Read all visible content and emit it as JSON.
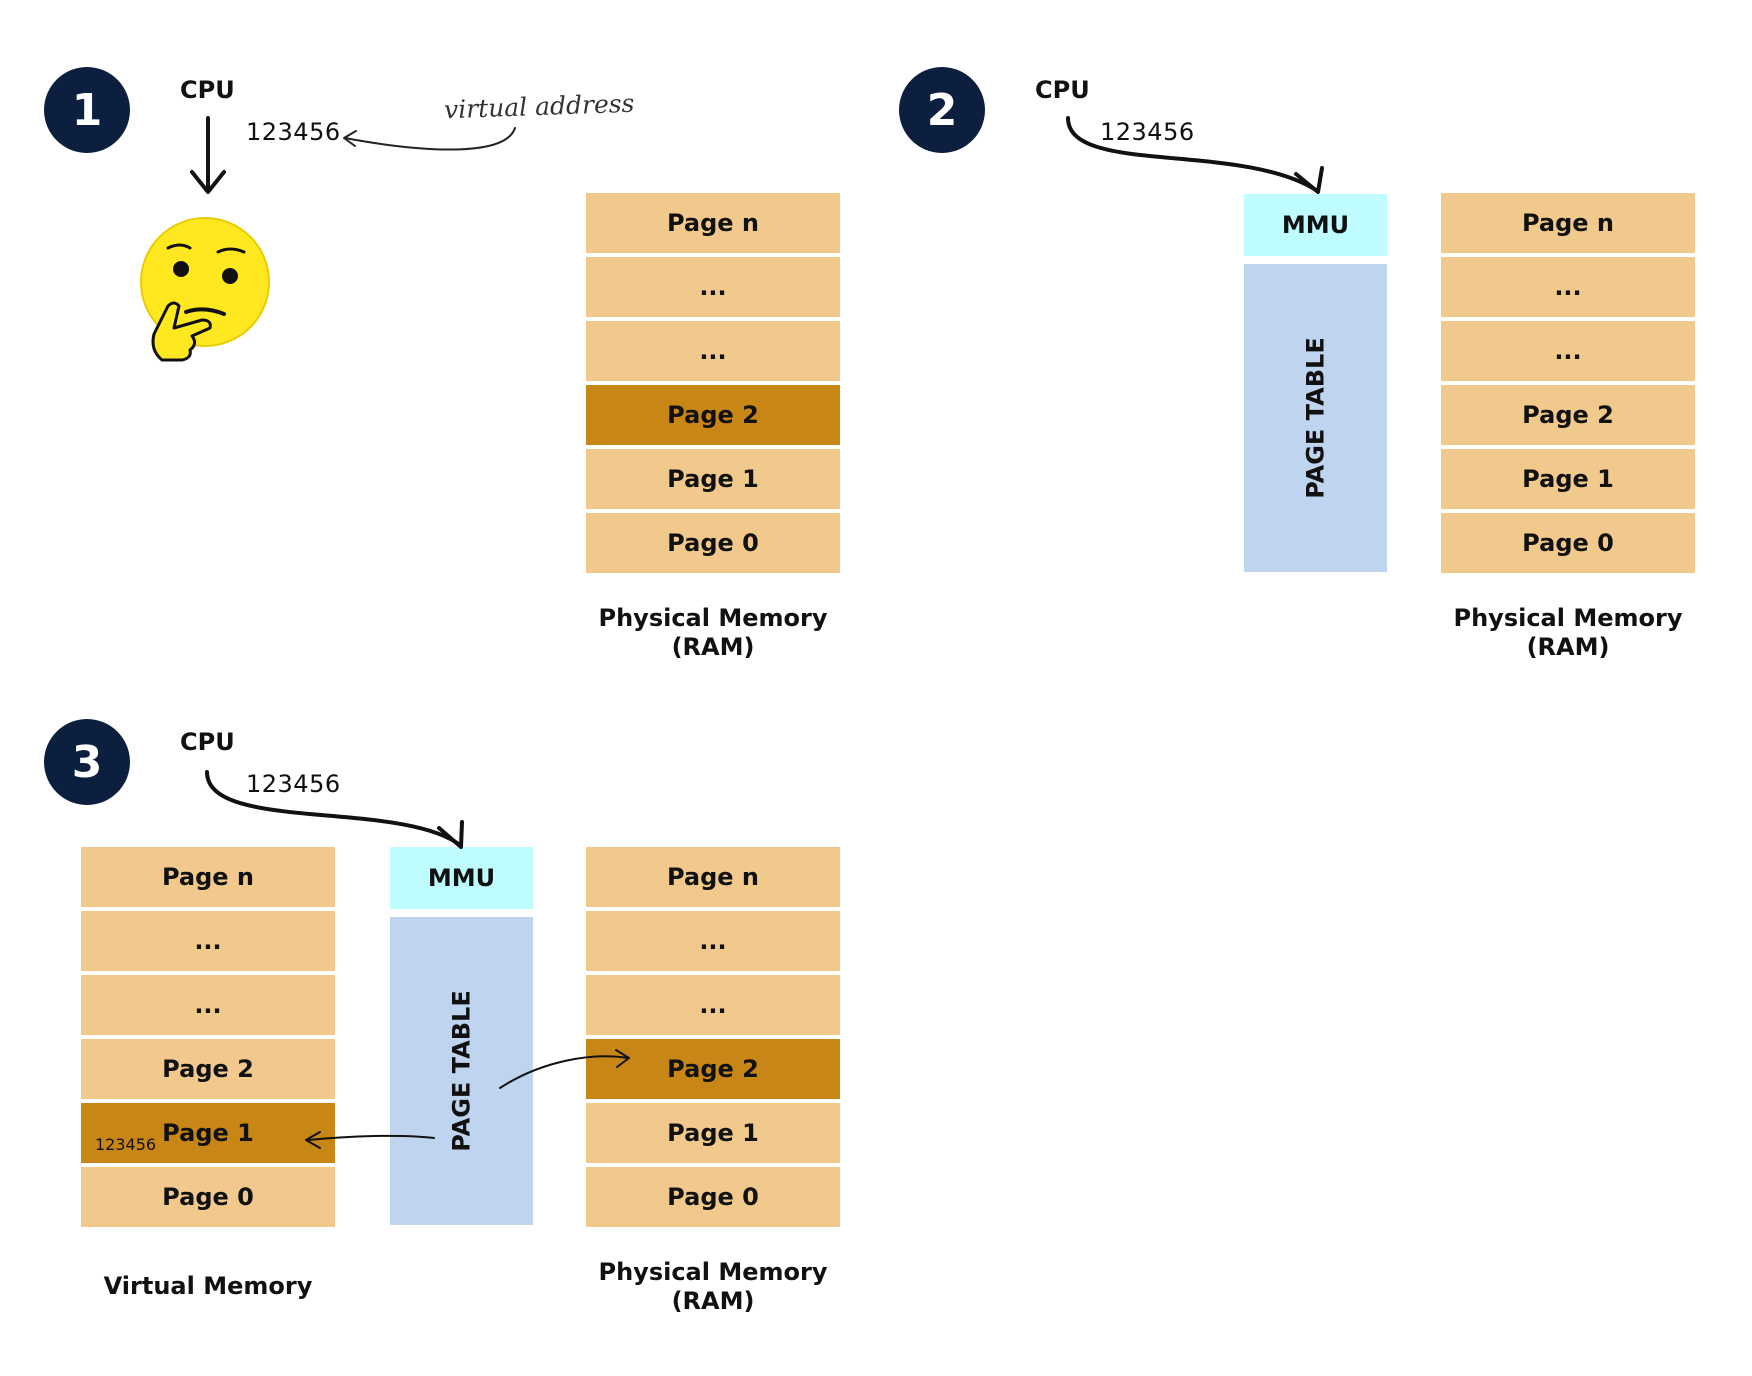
{
  "panel1": {
    "step": "1",
    "cpu": "CPU",
    "address": "123456",
    "annotation": "virtual address",
    "physical": {
      "cells": [
        {
          "label": "Page n",
          "highlight": false
        },
        {
          "label": "...",
          "highlight": false
        },
        {
          "label": "...",
          "highlight": false
        },
        {
          "label": "Page 2",
          "highlight": true
        },
        {
          "label": "Page 1",
          "highlight": false
        },
        {
          "label": "Page 0",
          "highlight": false
        }
      ],
      "caption_line1": "Physical Memory",
      "caption_line2": "(RAM)"
    }
  },
  "panel2": {
    "step": "2",
    "cpu": "CPU",
    "address": "123456",
    "mmu": "MMU",
    "page_table": "PAGE TABLE",
    "physical": {
      "cells": [
        {
          "label": "Page n",
          "highlight": false
        },
        {
          "label": "...",
          "highlight": false
        },
        {
          "label": "...",
          "highlight": false
        },
        {
          "label": "Page 2",
          "highlight": false
        },
        {
          "label": "Page 1",
          "highlight": false
        },
        {
          "label": "Page 0",
          "highlight": false
        }
      ],
      "caption_line1": "Physical Memory",
      "caption_line2": "(RAM)"
    }
  },
  "panel3": {
    "step": "3",
    "cpu": "CPU",
    "address": "123456",
    "mmu": "MMU",
    "page_table": "PAGE TABLE",
    "virtual": {
      "cells": [
        {
          "label": "Page n",
          "highlight": false
        },
        {
          "label": "...",
          "highlight": false
        },
        {
          "label": "...",
          "highlight": false
        },
        {
          "label": "Page 2",
          "highlight": false
        },
        {
          "label": "Page 1",
          "highlight": true,
          "inner": "123456"
        },
        {
          "label": "Page 0",
          "highlight": false
        }
      ],
      "caption": "Virtual Memory"
    },
    "physical": {
      "cells": [
        {
          "label": "Page n",
          "highlight": false
        },
        {
          "label": "...",
          "highlight": false
        },
        {
          "label": "...",
          "highlight": false
        },
        {
          "label": "Page 2",
          "highlight": true
        },
        {
          "label": "Page 1",
          "highlight": false
        },
        {
          "label": "Page 0",
          "highlight": false
        }
      ],
      "caption_line1": "Physical Memory",
      "caption_line2": "(RAM)"
    }
  },
  "colors": {
    "badge": "#0c1f3f",
    "page": "#f2c98c",
    "page_highlight": "#c88617",
    "mmu": "#bffcff",
    "page_table": "#bfd5ef"
  }
}
